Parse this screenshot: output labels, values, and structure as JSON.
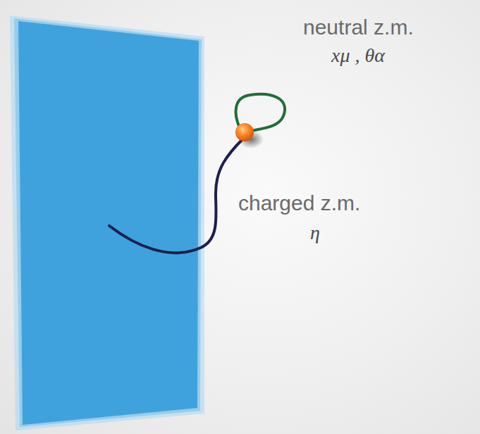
{
  "diagram": {
    "labels": [
      "neutral z.m.",
      "xμ , θα",
      "charged z.m.",
      "η"
    ]
  }
}
